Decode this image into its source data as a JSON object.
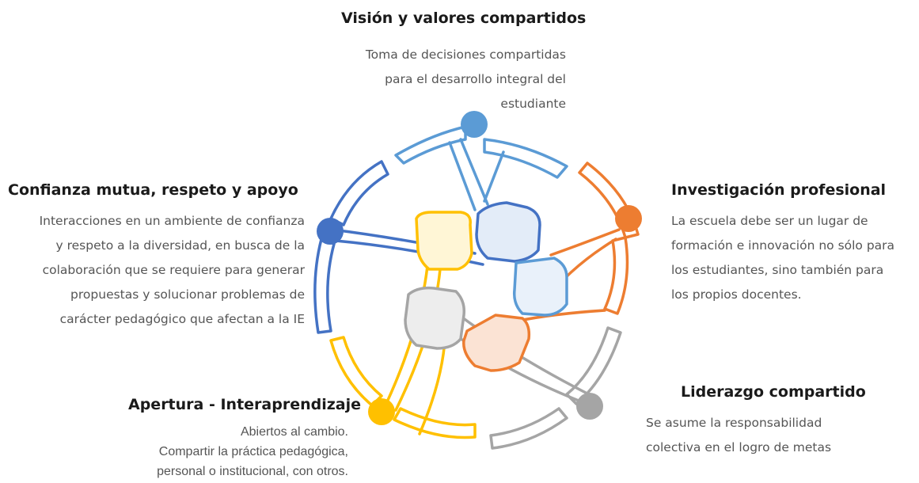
{
  "colors": {
    "blue_light": "#5b9bd5",
    "orange": "#ed7d31",
    "gray": "#a5a5a5",
    "yellow": "#ffc000",
    "blue_dark": "#4472c4"
  },
  "sections": {
    "vision": {
      "title": "Visión y valores compartidos",
      "lines": [
        "Toma de decisiones compartidas",
        "para el desarrollo integral del",
        "estudiante"
      ]
    },
    "investigacion": {
      "title": "Investigación profesional",
      "lines": [
        "La escuela debe ser un lugar de",
        "formación e innovación no sólo para",
        "los estudiantes, sino también para",
        "los propios docentes."
      ]
    },
    "liderazgo": {
      "title": "Liderazgo compartido",
      "lines": [
        "Se asume la responsabilidad",
        "colectiva en el logro de metas"
      ]
    },
    "apertura": {
      "title": "Apertura - Interaprendizaje",
      "lines": [
        "Abiertos al cambio.",
        "Compartir la práctica pedagógica,",
        "personal o institucional, con otros."
      ]
    },
    "confianza": {
      "title": "Confianza mutua, respeto y apoyo",
      "lines": [
        "Interacciones en un ambiente de confianza",
        "y respeto a la diversidad, en busca de la",
        "colaboración que se requiere para generar",
        "propuestas y solucionar problemas de",
        "carácter pedagógico que afectan a la IE"
      ]
    }
  }
}
